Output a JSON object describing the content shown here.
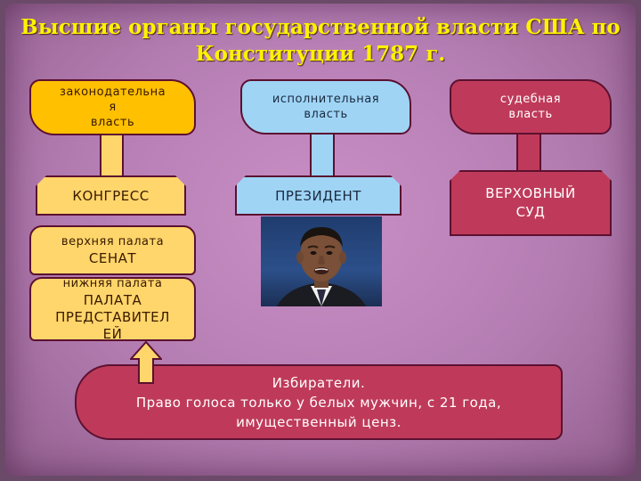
{
  "title": {
    "line1": "Высшие органы государственной власти США по",
    "line2": "Конституции 1787 г."
  },
  "branches": {
    "legislative": {
      "line1": "законодательна",
      "line2": "я",
      "line3": "власть"
    },
    "executive": {
      "line1": "исполнительная",
      "line2": "власть"
    },
    "judicial": {
      "line1": "судебная",
      "line2": "власть"
    }
  },
  "bodies": {
    "congress": "КОНГРЕСС",
    "president": "ПРЕЗИДЕНТ",
    "court": {
      "line1": "ВЕРХОВНЫЙ",
      "line2": "СУД"
    }
  },
  "chambers": {
    "upper": {
      "caption": "верхняя палата",
      "name": "СЕНАТ"
    },
    "lower": {
      "caption": "нижняя палата",
      "name1": "ПАЛАТА",
      "name2": "ПРЕДСТАВИТЕЛ",
      "name3": "ЕЙ"
    }
  },
  "voters": {
    "line1": "Избиратели.",
    "line2": "Право голоса только у белых мужчин, с 21 года,",
    "line3": "имущественный ценз."
  },
  "colors": {
    "title": "#fff200",
    "legislative": "#ffc000",
    "executive": "#9fd4f5",
    "judicial": "#bf3a5a",
    "background": "#b47db2"
  },
  "images": {
    "president_photo": "portrait-photo"
  }
}
